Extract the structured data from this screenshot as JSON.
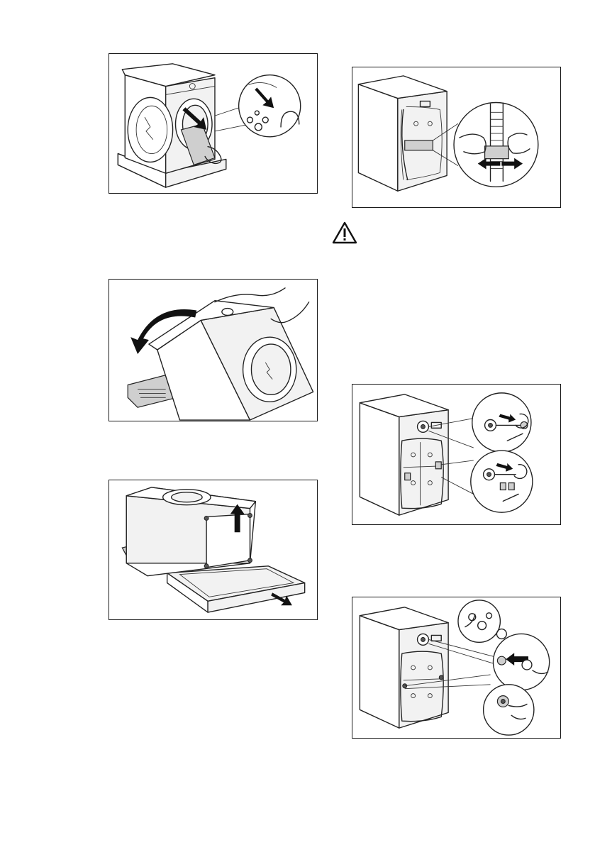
{
  "page": {
    "figures": [
      {
        "id": "fig1",
        "subject": "remove-foam-packing-from-drum"
      },
      {
        "id": "fig2",
        "subject": "tilt-machine-onto-back-polystyrene"
      },
      {
        "id": "fig3",
        "subject": "lift-machine-remove-base-tray"
      },
      {
        "id": "fig4",
        "subject": "release-hose-from-rear-clips"
      },
      {
        "id": "fig5",
        "subject": "unscrew-transit-bolts"
      },
      {
        "id": "fig6",
        "subject": "insert-plastic-caps"
      }
    ],
    "warning_icon": "warning-triangle-icon"
  },
  "colors": {
    "line": "#222222",
    "panel_fill": "#f2f2f2",
    "background": "#ffffff"
  }
}
